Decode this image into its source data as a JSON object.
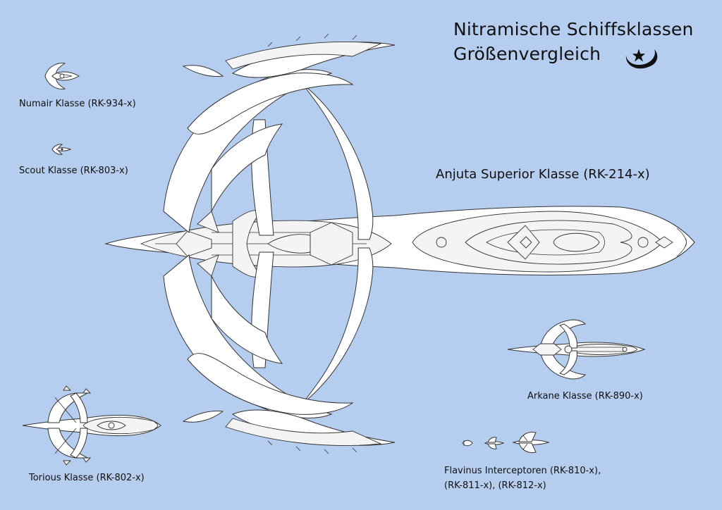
{
  "header": {
    "title_line1": "Nitramische Schiffsklassen",
    "title_line2": "Größenvergleich",
    "emblem_icon": "star-crescent-emblem"
  },
  "ships": {
    "numair": "Numair Klasse (RK-934-x)",
    "scout": "Scout Klasse (RK-803-x)",
    "anjuta": "Anjuta Superior Klasse (RK-214-x)",
    "arkane": "Arkane Klasse (RK-890-x)",
    "torious": "Torious Klasse (RK-802-x)",
    "flavinus_line1": "Flavinus Interceptoren (RK-810-x),",
    "flavinus_line2": "(RK-811-x), (RK-812-x)"
  },
  "colors": {
    "background": "#b5cdee",
    "hull": "#ffffff",
    "outline": "#333333"
  }
}
